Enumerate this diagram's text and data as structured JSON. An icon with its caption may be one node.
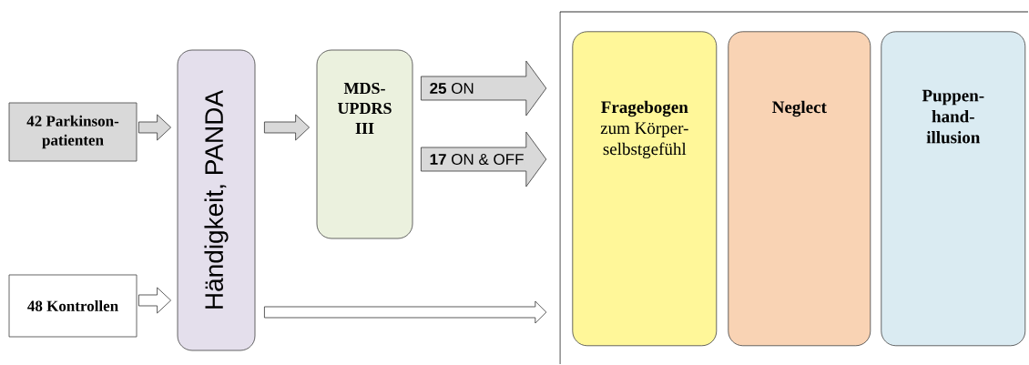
{
  "diagram": {
    "nodes": [
      {
        "text": [
          "42 Parkinson- patienten"
        ]
      },
      {
        "text": [
          "48 Kontrollen"
        ]
      },
      {
        "text": [
          "Händigkeit, PANDA"
        ]
      },
      {
        "text": [
          "MDS- UPDRS III"
        ]
      },
      {
        "text": [],
        "shape": "box"
      },
      {
        "text": [
          "Fragebogen",
          "zum Körper- selbstgefühl"
        ],
        "in": 4
      },
      {
        "text": [
          "Neglect"
        ],
        "in": 4
      },
      {
        "text": [
          "Puppen- hand- illusion"
        ],
        "in": 4
      }
    ],
    "edges": [
      {
        "from": 0,
        "to": 2,
        "arrow": "to",
        "color": "#d9d9d9"
      },
      {
        "from": 1,
        "to": 2,
        "arrow": "to"
      },
      {
        "from": 2,
        "to": 3,
        "arrow": "to",
        "color": "#d9d9d9"
      },
      {
        "from": 3,
        "to": 4,
        "arrow": "to",
        "label": "**25** ON",
        "color": "#d9d9d9"
      },
      {
        "from": 3,
        "to": 4,
        "arrow": "to",
        "label": "**17** ON & OFF",
        "color": "#d9d9d9"
      },
      {
        "from": 2,
        "to": 4,
        "arrow": "to"
      }
    ]
  }
}
